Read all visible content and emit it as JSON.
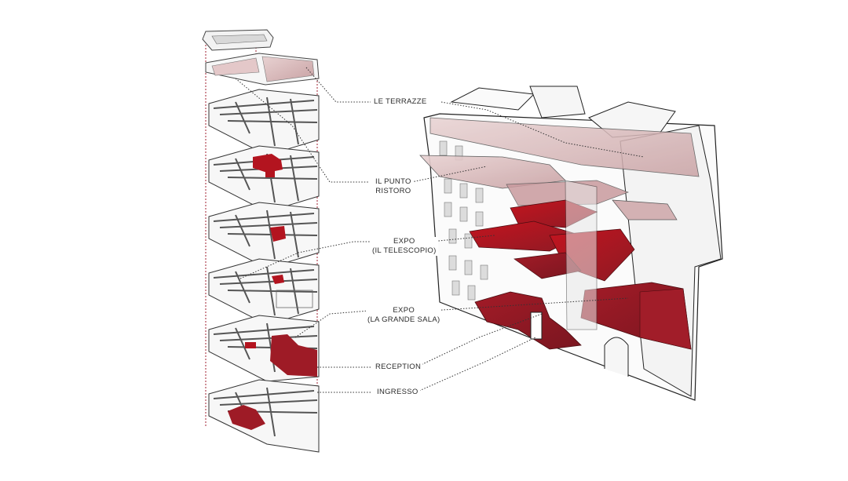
{
  "diagram": {
    "type": "exploded-axonometric-architectural-diagram",
    "colors": {
      "accent_red": "#b3141f",
      "dark_red": "#8e1a24",
      "pink_tint": "#d9b7b8",
      "wall_grey": "#4a4a4a",
      "guide_dotted": "#a02030",
      "leader_dotted": "#333333"
    },
    "labels": [
      {
        "id": "le-terrazze",
        "text": "LE TERRAZZE"
      },
      {
        "id": "il-punto-ristoro",
        "text": "IL PUNTO\nRISTORO"
      },
      {
        "id": "expo-il-telescopio",
        "text": "EXPO\n(IL TELESCOPIO)"
      },
      {
        "id": "expo-la-grande-sala",
        "text": "EXPO\n(LA GRANDE SALA)"
      },
      {
        "id": "reception",
        "text": "RECEPTION"
      },
      {
        "id": "ingresso",
        "text": "INGRESSO"
      }
    ],
    "left_stack": {
      "floor_count": 8
    },
    "right_building": {
      "description": "exploded axonometric of building with highlighted floor plates"
    }
  }
}
